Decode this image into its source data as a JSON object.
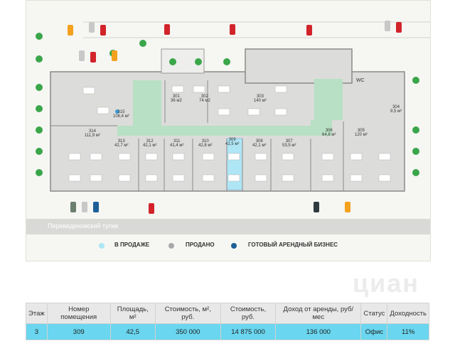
{
  "plan": {
    "units": [
      {
        "num": "301",
        "area": "36 м2"
      },
      {
        "num": "302",
        "area": "74 м2"
      },
      {
        "num": "303",
        "area": "140 м²"
      },
      {
        "num": "304",
        "area": "9,5 м²"
      },
      {
        "num": "305",
        "area": "120 м²"
      },
      {
        "num": "306",
        "area": "64,8 м²"
      },
      {
        "num": "307",
        "area": "53,5 м²"
      },
      {
        "num": "308",
        "area": "42,1 м²"
      },
      {
        "num": "309",
        "area": "42,5 м²"
      },
      {
        "num": "310",
        "area": "42,8 м²"
      },
      {
        "num": "311",
        "area": "41,4 м²"
      },
      {
        "num": "312",
        "area": "42,1 м²"
      },
      {
        "num": "313",
        "area": "42,7 м²"
      },
      {
        "num": "314",
        "area": "111,9 м²"
      },
      {
        "num": "315",
        "area": "106,4 м²"
      }
    ],
    "wc_label": "WC",
    "street_name": "Переведеновский тупик"
  },
  "legend": {
    "for_sale": "В ПРОДАЖЕ",
    "sold": "ПРОДАНО",
    "rental_business": "ГОТОВЫЙ АРЕНДНЫЙ БИЗНЕС",
    "colors": {
      "for_sale": "#aee6f5",
      "sold": "#a8a8a8",
      "rental_business": "#1d5f96"
    }
  },
  "watermark": "циан",
  "table": {
    "headers": [
      "Этаж",
      "Номер помещения",
      "Площадь, м²",
      "Стоимость, м², руб.",
      "Стоимость, руб.",
      "Доход от аренды, руб/мес",
      "Статус",
      "Доходность"
    ],
    "row": [
      "3",
      "309",
      "42,5",
      "350 000",
      "14 875 000",
      "136 000",
      "Офис",
      "11%"
    ]
  }
}
